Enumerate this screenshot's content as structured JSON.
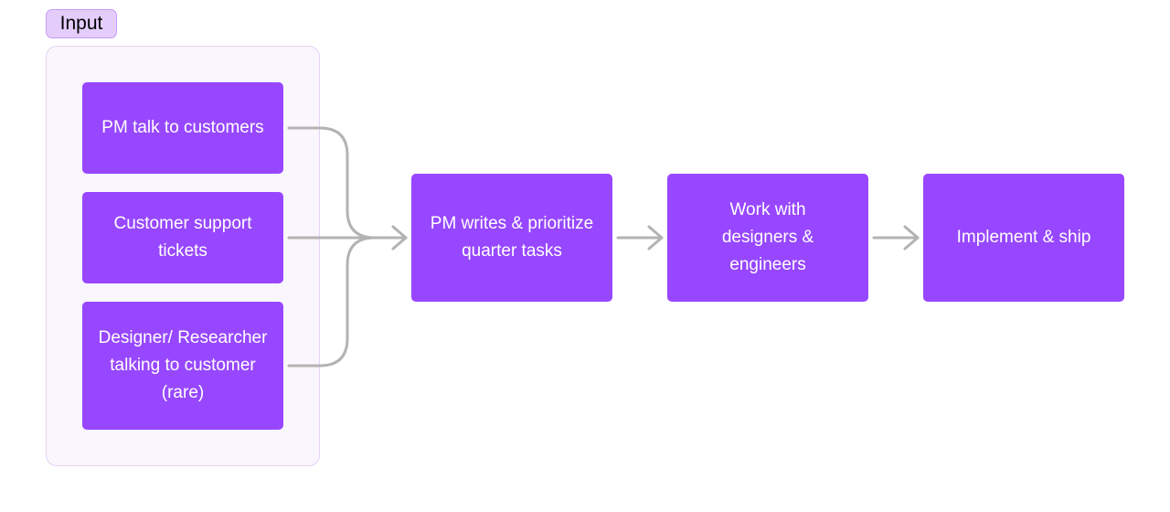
{
  "input_group": {
    "label": "Input",
    "sources": [
      {
        "label": "PM talk to customers"
      },
      {
        "label": "Customer support tickets"
      },
      {
        "label": "Designer/ Researcher talking to customer (rare)"
      }
    ]
  },
  "pipeline": {
    "steps": [
      {
        "label": "PM writes & prioritize quarter tasks"
      },
      {
        "label": "Work with designers & engineers"
      },
      {
        "label": "Implement & ship"
      }
    ]
  },
  "colors": {
    "node_fill": "#9747ff",
    "node_text": "#ffffff",
    "group_tag_fill": "#e4cdfb",
    "group_frame_fill": "#faf6fd",
    "connector": "#b3b3b3"
  }
}
